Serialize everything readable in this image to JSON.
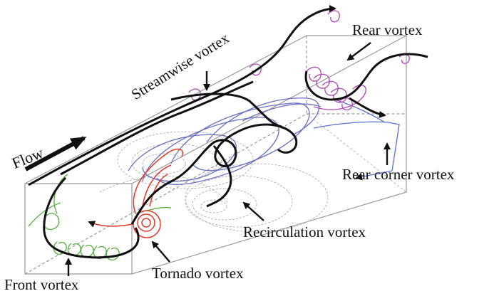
{
  "labels": {
    "streamwise": "Streamwise vortex",
    "rear": "Rear vortex",
    "flow": "Flow",
    "rear_corner": "Rear corner vortex",
    "recirculation": "Recirculation vortex",
    "front": "Front vortex",
    "tornado": "Tornado vortex"
  },
  "colors": {
    "box_edge": "#9a9a9a",
    "main_streamline": "#111111",
    "front_vortex": "#5fb04a",
    "recirculation": "#6a6fc0",
    "tornado": "#e0392b",
    "rear_vortex": "#b24fb5",
    "rear_corner": "#5a6fcf",
    "contour": "#b0b0b0"
  }
}
